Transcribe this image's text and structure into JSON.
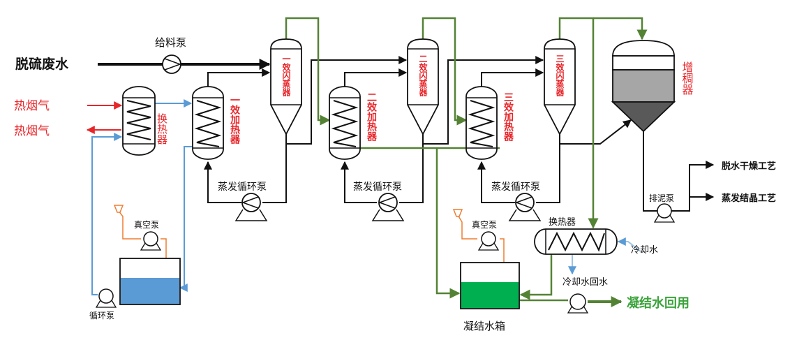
{
  "inputs": {
    "wastewater": "脱硫废水",
    "flue_gas_in": "热烟气",
    "flue_gas_out": "热烟气"
  },
  "pumps": {
    "feed_pump": "给料泵",
    "circ_pump_1": "蒸发循环泵",
    "circ_pump_2": "蒸发循环泵",
    "circ_pump_3": "蒸发循环泵",
    "vacuum_pump_1": "真空泵",
    "vacuum_pump_2": "真空泵",
    "circulation_pump": "循环泵",
    "sludge_pump": "排泥泵"
  },
  "equipment": {
    "heat_exchanger_1": "换热器",
    "heat_exchanger_2": "换热器",
    "heater_1": "一效加热器",
    "heater_2": "二效加热器",
    "heater_3": "三效加热器",
    "flash_1": "一效闪蒸器",
    "flash_2": "二效闪蒸器",
    "flash_3": "三效闪蒸器",
    "thickener": "增稠器",
    "condensate_tank": "凝结水箱"
  },
  "streams": {
    "cooling_water": "冷却水",
    "cooling_water_return": "冷却水回水",
    "condensate_reuse": "凝结水回用",
    "dewater_process": "脱水干燥工艺",
    "crystallize_process": "蒸发结晶工艺"
  },
  "colors": {
    "black_line": "#111111",
    "blue_line": "#5b9bd5",
    "green_line": "#548235",
    "red_line": "#e8262a",
    "orange_line": "#ed7d31",
    "tank_water": "#5b9bd5",
    "tank_condensate": "#00b050",
    "thickener_upper": "#a6a6a6",
    "thickener_lower": "#595959",
    "label_red": "#e8262a",
    "label_green": "#3aa33a"
  }
}
